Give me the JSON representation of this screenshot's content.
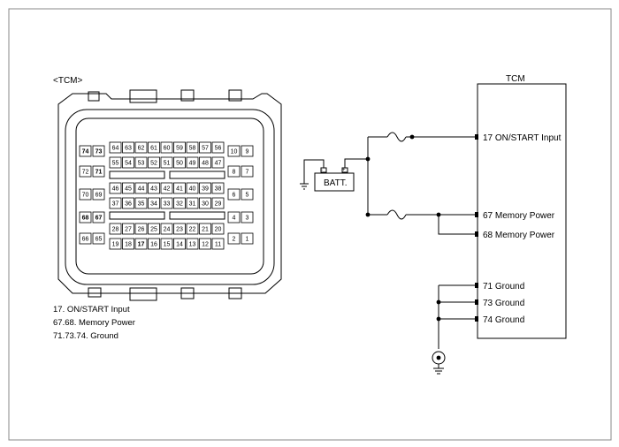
{
  "connector": {
    "title": "<TCM>",
    "left_pins": [
      [
        "74",
        "73"
      ],
      [
        "72",
        "71"
      ],
      [
        "70",
        "69"
      ],
      [
        "68",
        "67"
      ],
      [
        "66",
        "65"
      ]
    ],
    "right_pins": [
      [
        "10",
        "9"
      ],
      [
        "8",
        "7"
      ],
      [
        "6",
        "5"
      ],
      [
        "4",
        "3"
      ],
      [
        "2",
        "1"
      ]
    ],
    "center_rows": [
      [
        "64",
        "63",
        "62",
        "61",
        "60",
        "59",
        "58",
        "57",
        "56"
      ],
      [
        "55",
        "54",
        "53",
        "52",
        "51",
        "50",
        "49",
        "48",
        "47"
      ],
      [
        "46",
        "45",
        "44",
        "43",
        "42",
        "41",
        "40",
        "39",
        "38"
      ],
      [
        "37",
        "36",
        "35",
        "34",
        "33",
        "32",
        "31",
        "30",
        "29"
      ],
      [
        "28",
        "27",
        "26",
        "25",
        "24",
        "23",
        "22",
        "21",
        "20"
      ],
      [
        "19",
        "18",
        "17",
        "16",
        "15",
        "14",
        "13",
        "12",
        "11"
      ]
    ],
    "highlighted_pins": [
      "74",
      "73",
      "71",
      "68",
      "67",
      "17"
    ]
  },
  "legend": {
    "line1": "17. ON/START Input",
    "line2": "67.68. Memory Power",
    "line3": "71.73.74. Ground"
  },
  "schematic": {
    "battery_label": "BATT.",
    "module_title": "TCM",
    "terminals": [
      "17 ON/START Input",
      "67 Memory Power",
      "68 Memory Power",
      "71 Ground",
      "73 Ground",
      "74 Ground"
    ]
  }
}
